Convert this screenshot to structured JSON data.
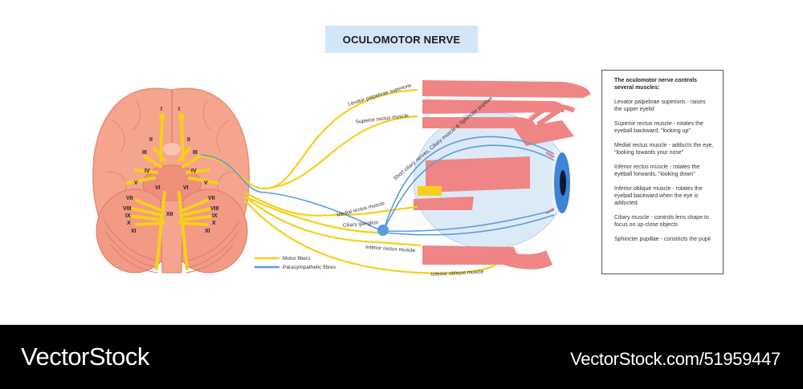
{
  "title": "OCULOMOTOR NERVE",
  "cranial_nerves": [
    "I",
    "I",
    "II",
    "II",
    "III",
    "III",
    "IV",
    "IV",
    "V",
    "V",
    "VI",
    "VI",
    "VII",
    "VII",
    "VIII",
    "VIII",
    "IX",
    "IX",
    "X",
    "X",
    "XI",
    "XI",
    "XII"
  ],
  "nerve_labels": {
    "levator": "Levator palpebrae superioris",
    "superior_rectus": "Superior rectus muscle",
    "short_ciliary": "Short ciliary nerves, Ciliary muscle & Sphincter pupillae",
    "medial_rectus": "Medial rectus muscle",
    "ciliary_ganglion": "Ciliary ganglion",
    "inferior_rectus": "Inferior rectus muscle",
    "inferior_oblique": "Inferior oblique muscle"
  },
  "legend": {
    "motor": "Motor fibers",
    "parasympathetic": "Parasympathetic fibres",
    "motor_color": "#f7cf1a",
    "parasympathetic_color": "#5b9be0"
  },
  "info": {
    "heading": "The oculomotor nerve controls several muscles:",
    "items": [
      "Levator palpebrae superioris - raises the upper eyelid",
      "Superior rectus muscle - rotates the eyeball backward, \"looking up\"",
      "Medial rectus muscle - adducts the eye, \"looking towards your nose\"",
      "Inferior rectus muscle - rotates the eyeball forwards, \"looking down\"",
      "Inferior oblique muscle - rotates the eyeball backward when the eye is adducted",
      "Ciliary muscle - controls lens shape to focus on up-close objects",
      "Sphincter pupillae - constricts the pupil"
    ]
  },
  "footer": {
    "brand": "VectorStock",
    "url": "VectorStock.com/51959447"
  }
}
